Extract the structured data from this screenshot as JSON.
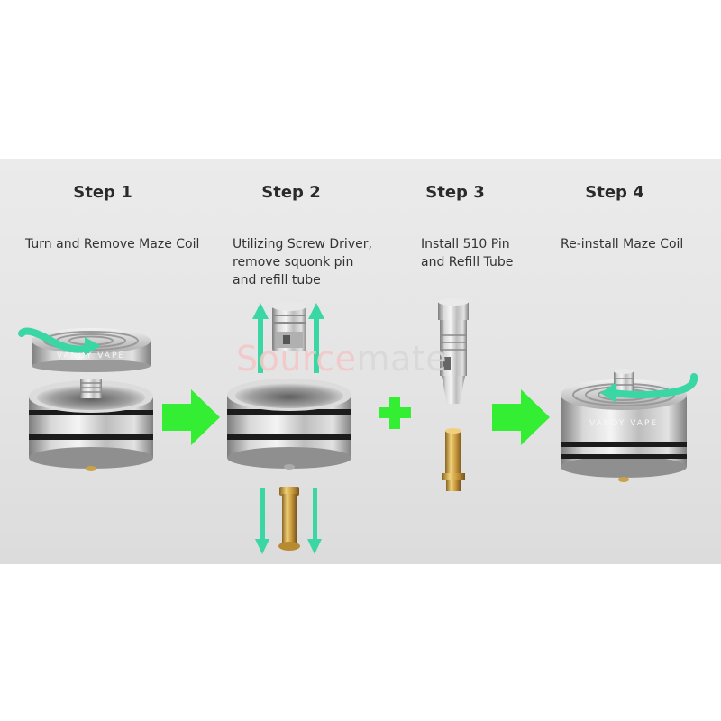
{
  "steps": [
    {
      "title": "Step 1",
      "desc": [
        "Turn and Remove Maze Coil"
      ]
    },
    {
      "title": "Step 2",
      "desc": [
        "Utilizing Screw Driver,",
        "remove squonk pin",
        "and refill tube"
      ]
    },
    {
      "title": "Step 3",
      "desc": [
        "Install 510 Pin",
        "and Refill Tube"
      ]
    },
    {
      "title": "Step 4",
      "desc": [
        "Re-install Maze Coil"
      ]
    }
  ],
  "watermark": {
    "part1": "Source",
    "part2": "mate"
  },
  "engraving": {
    "text": "VANDY VAPE"
  },
  "colors": {
    "panel": "#e6e6e6",
    "arrow_green": "#33ee33",
    "teal_arrow": "#3ad6a4",
    "steel": "#c8c8c8",
    "brass": "#c9a24a",
    "oring": "#1b1b1b"
  },
  "icons": {
    "step_arrow": "right-arrow-icon",
    "plus": "plus-icon",
    "rotate": "rotate-arrow-icon"
  }
}
